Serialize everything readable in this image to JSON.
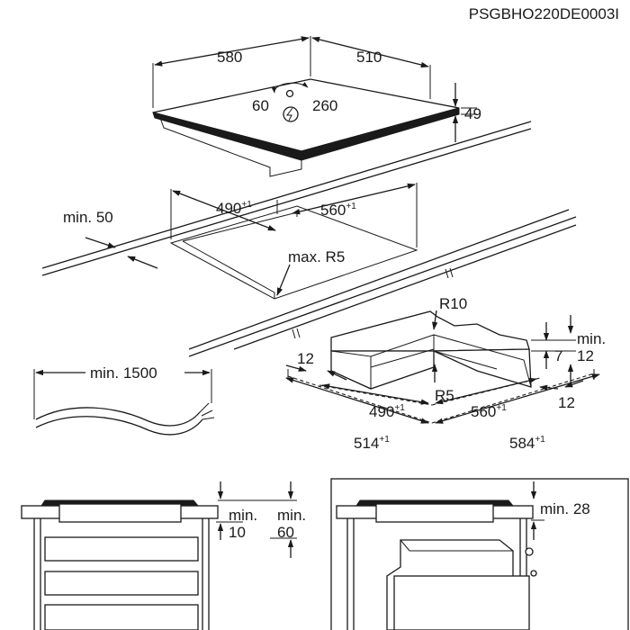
{
  "code": "PSGBHO220DE0003I",
  "hob": {
    "width": "580",
    "depth": "510",
    "height": "49",
    "cable_left": "60",
    "cable_right": "260"
  },
  "cutout": {
    "width": "490",
    "width_tol": "+1",
    "depth": "560",
    "depth_tol": "+1",
    "edge_clearance": "min. 50",
    "radius": "max. R5"
  },
  "cable": {
    "length": "min. 1500"
  },
  "frame": {
    "radius_outer": "R10",
    "radius_inner": "R5",
    "rim_left": "12",
    "rim_right": "12",
    "step": "7",
    "min_label": "min.",
    "min_value": "12",
    "inner_width": "490",
    "inner_width_tol": "+1",
    "inner_depth": "560",
    "inner_depth_tol": "+1",
    "outer_width": "514",
    "outer_width_tol": "+1",
    "outer_depth": "584",
    "outer_depth_tol": "+1"
  },
  "section_left": {
    "gap_label": "min.",
    "gap_value": "10",
    "space_label": "min.",
    "space_value": "60"
  },
  "section_right": {
    "gap": "min. 28"
  }
}
